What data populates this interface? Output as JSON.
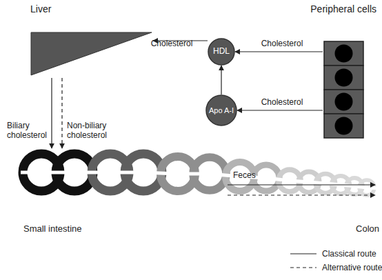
{
  "diagram": {
    "nodes": [
      {
        "text": [
          "Liver"
        ]
      },
      {
        "text": [
          "Peripheral cells"
        ]
      },
      {
        "text": [
          "HDL"
        ]
      },
      {
        "text": [
          "Apo A-I"
        ]
      },
      {
        "text": [
          "Small intestine",
          "Colon"
        ]
      }
    ],
    "edges": [
      {
        "from": 1,
        "to": 2,
        "label": "Cholesterol",
        "arrow": "to"
      },
      {
        "from": 1,
        "to": 3,
        "label": "Cholesterol",
        "arrow": "to"
      },
      {
        "from": 3,
        "to": 2,
        "arrow": "to"
      },
      {
        "from": 2,
        "to": 0,
        "label": "Cholesterol",
        "arrow": "to"
      },
      {
        "from": 0,
        "to": 4,
        "label": "Biliary cholesterol",
        "arrow": "to"
      },
      {
        "from": 0,
        "to": 4,
        "label": "Non-biliary cholesterol",
        "arrow": "to"
      }
    ],
    "labels": [
      "Feces"
    ],
    "legend": [
      {
        "text": "Classical route"
      },
      {
        "text": "Alternative route"
      }
    ]
  }
}
